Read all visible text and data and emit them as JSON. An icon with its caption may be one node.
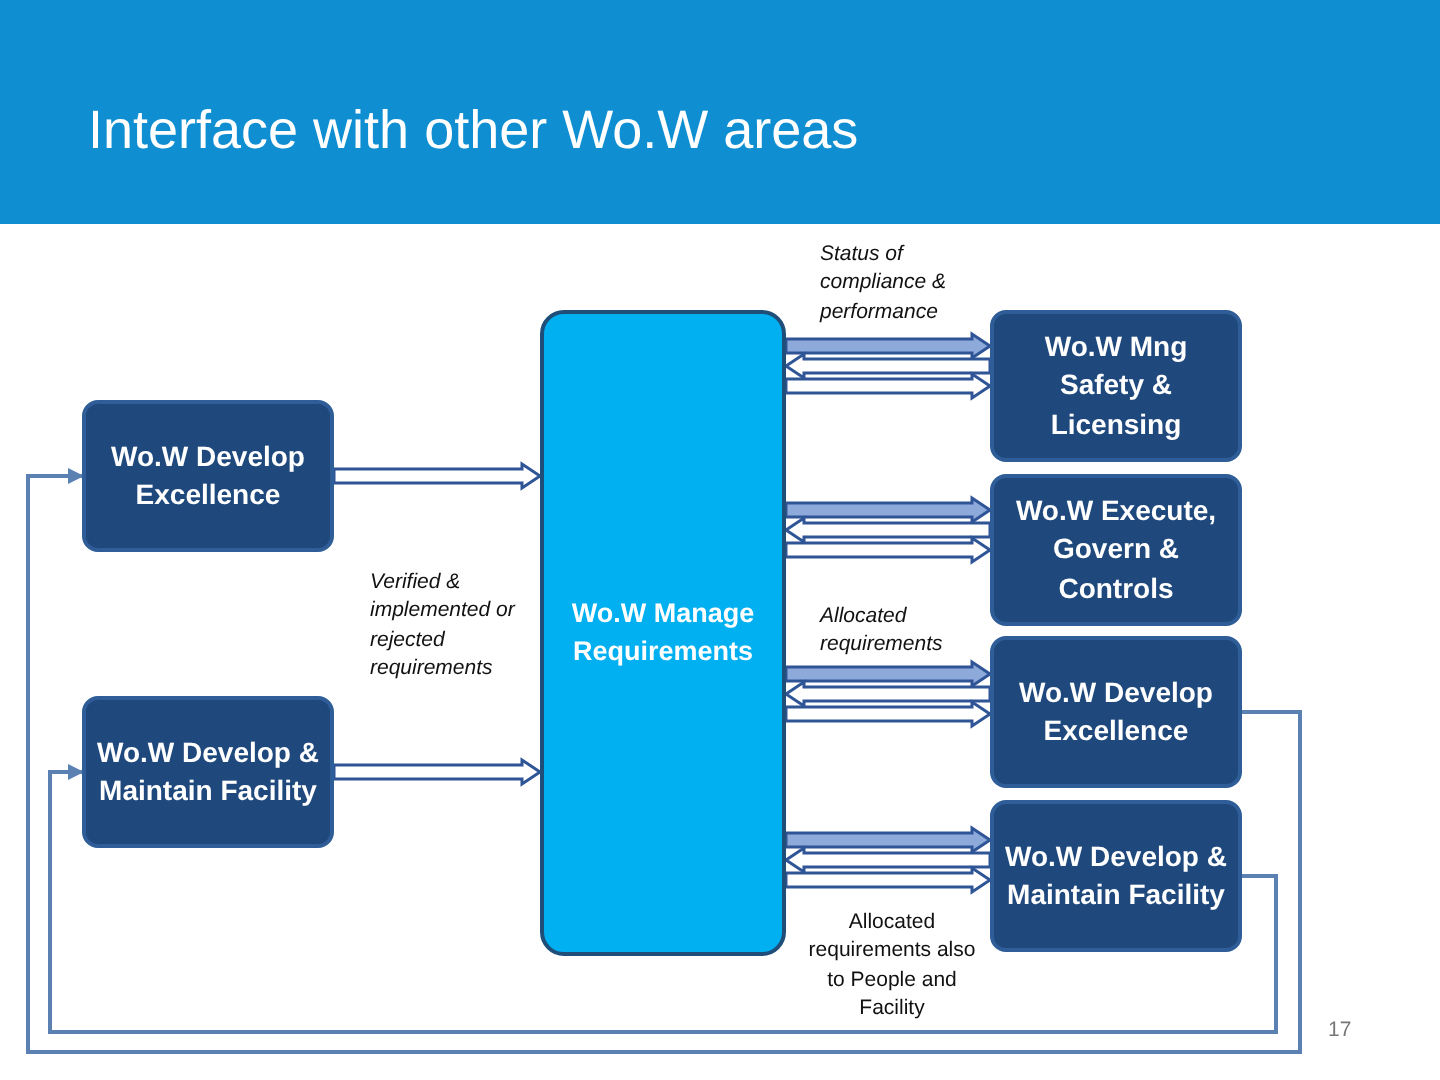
{
  "diagram": {
    "title": "Interface with other Wo.W areas",
    "nodes": [
      {
        "text": [
          "Wo.W Develop Excellence"
        ]
      },
      {
        "text": [
          "Wo.W Develop & Maintain Facility"
        ]
      },
      {
        "text": [
          "Wo.W Manage Requirements"
        ]
      },
      {
        "text": [
          "Wo.W Mng Safety & Licensing"
        ]
      },
      {
        "text": [
          "Wo.W Execute, Govern & Controls"
        ]
      },
      {
        "text": [
          "Wo.W Develop Excellence"
        ]
      },
      {
        "text": [
          "Wo.W Develop & Maintain Facility"
        ]
      }
    ],
    "edges": [
      {
        "from": 0,
        "to": 2,
        "arrow": "to"
      },
      {
        "from": 1,
        "to": 2,
        "arrow": "to"
      },
      {
        "from": 2,
        "to": 3,
        "arrow": "to",
        "color": "#8eaadb"
      },
      {
        "from": 3,
        "to": 2,
        "arrow": "to"
      },
      {
        "from": 2,
        "to": 3,
        "arrow": "to"
      },
      {
        "from": 2,
        "to": 4,
        "arrow": "to",
        "color": "#8eaadb"
      },
      {
        "from": 4,
        "to": 2,
        "arrow": "to"
      },
      {
        "from": 2,
        "to": 4,
        "arrow": "to"
      },
      {
        "from": 2,
        "to": 5,
        "arrow": "to",
        "color": "#8eaadb"
      },
      {
        "from": 5,
        "to": 2,
        "arrow": "to"
      },
      {
        "from": 2,
        "to": 5,
        "arrow": "to"
      },
      {
        "from": 2,
        "to": 6,
        "arrow": "to",
        "color": "#8eaadb"
      },
      {
        "from": 6,
        "to": 2,
        "arrow": "to"
      },
      {
        "from": 2,
        "to": 6,
        "arrow": "to"
      },
      {
        "from": 5,
        "to": 0,
        "arrow": "to"
      },
      {
        "from": 6,
        "to": 1,
        "arrow": "to"
      }
    ],
    "labels": [
      "Status of compliance & performance",
      "Verified & implemented or rejected requirements",
      "Allocated requirements",
      "Allocated requirements also to People and Facility",
      "17"
    ]
  }
}
